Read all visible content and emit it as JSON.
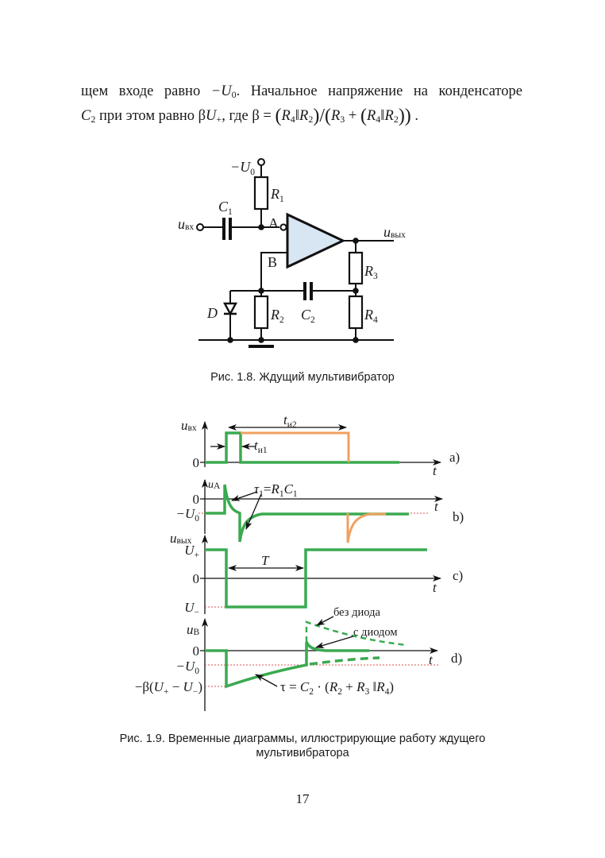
{
  "paragraph": {
    "l1_text1": "щем входе равно ",
    "l1_var": "−U",
    "l1_sub": "0",
    "l1_text2": ". Начальное напряжение на конденсаторе",
    "l2_var1": "C",
    "l2_sub1": "2",
    "l2_text1": " при этом равно β",
    "l2_var2": "U",
    "l2_sub2": "+",
    "l2_text2": ", где ",
    "formula": [
      {
        "t": "β = "
      },
      {
        "t": "("
      },
      {
        "v": "R",
        "s": "4"
      },
      {
        "t": "‖"
      },
      {
        "v": "R",
        "s": "2"
      },
      {
        "t": ")"
      },
      {
        "t": "/"
      },
      {
        "t": "("
      },
      {
        "v": "R",
        "s": "3"
      },
      {
        "t": " + "
      },
      {
        "t": "("
      },
      {
        "v": "R",
        "s": "4"
      },
      {
        "t": "‖"
      },
      {
        "v": "R",
        "s": "2"
      },
      {
        "t": "))"
      },
      {
        "t": " ."
      }
    ]
  },
  "circuit": {
    "supply": {
      "v": "−U",
      "s": "0"
    },
    "r1": {
      "v": "R",
      "s": "1"
    },
    "c1": {
      "v": "C",
      "s": "1"
    },
    "input": {
      "v": "u",
      "s": "вх"
    },
    "node_a": "A",
    "node_b": "B",
    "output": {
      "v": "u",
      "s": "вых"
    },
    "r3": {
      "v": "R",
      "s": "3"
    },
    "r2": {
      "v": "R",
      "s": "2"
    },
    "c2": {
      "v": "C",
      "s": "2"
    },
    "r4": {
      "v": "R",
      "s": "4"
    },
    "diode": "D"
  },
  "caption_fig18": "Рис. 1.8. Ждущий мультивибратор",
  "timing": {
    "a": {
      "ylabel": {
        "v": "u",
        "s": "вх"
      },
      "zero": "0",
      "pulse1": {
        "v": "t",
        "s": "и1"
      },
      "pulse2": {
        "v": "t",
        "s": "и2"
      },
      "xlabel": "t",
      "tag": "a)"
    },
    "b": {
      "ylabel": {
        "v": "u",
        "s": "A"
      },
      "zero": "0",
      "neg_u0": {
        "v": "−U",
        "s": "0"
      },
      "tau1": [
        {
          "v": "τ",
          "s": "1"
        },
        {
          "t": "="
        },
        {
          "v": "R",
          "s": "1"
        },
        {
          "v": "C",
          "s": "1"
        }
      ],
      "xlabel": "t",
      "tag": "b)"
    },
    "c": {
      "ylabel": {
        "v": "u",
        "s": "вых"
      },
      "u_plus": {
        "v": "U",
        "s": "+"
      },
      "zero": "0",
      "u_minus": {
        "v": "U",
        "s": "−"
      },
      "period": "T",
      "xlabel": "t",
      "tag": "c)"
    },
    "d": {
      "ylabel": {
        "v": "u",
        "s": "B"
      },
      "zero": "0",
      "neg_u0": {
        "v": "−U",
        "s": "0"
      },
      "neg_beta": [
        {
          "t": "−β("
        },
        {
          "v": "U",
          "s": "+"
        },
        {
          "t": " − "
        },
        {
          "v": "U",
          "s": "−"
        },
        {
          "t": ")"
        }
      ],
      "no_diode": "без диода",
      "with_diode": "с диодом",
      "tau": [
        {
          "t": "τ = "
        },
        {
          "v": "C",
          "s": "2"
        },
        {
          "t": " · ("
        },
        {
          "v": "R",
          "s": "2"
        },
        {
          "t": " + "
        },
        {
          "v": "R",
          "s": "3"
        },
        {
          "t": " ‖"
        },
        {
          "v": "R",
          "s": "4"
        },
        {
          "t": ")"
        }
      ],
      "xlabel": "t",
      "tag": "d)"
    }
  },
  "caption_fig19": {
    "line1": "Рис. 1.9. Временные диаграммы, иллюстрирующие работу ждущего",
    "line2": "мультивибратора"
  },
  "page_number": "17",
  "colors": {
    "signal": "#3aaa50",
    "pulse_long": "#f0a060",
    "reference": "#e05050",
    "opamp_fill": "#d8e5f3",
    "ink": "#111111"
  }
}
